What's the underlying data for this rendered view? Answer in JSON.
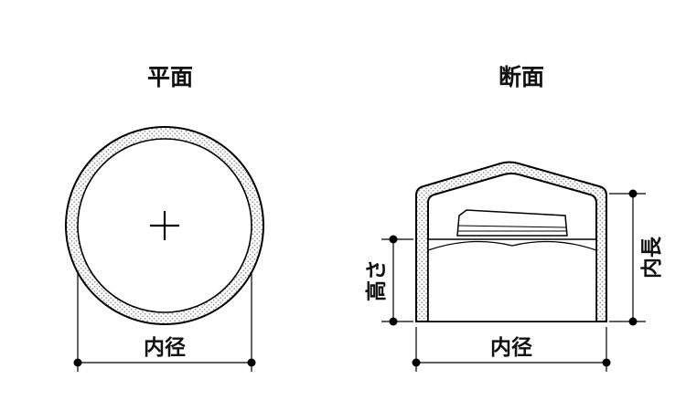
{
  "plan_view": {
    "title": "平面",
    "inner_diameter_label": "内径"
  },
  "section_view": {
    "title": "断面",
    "height_label": "高さ",
    "inner_length_label": "内長",
    "inner_diameter_label": "内径"
  },
  "colors": {
    "background": "#ffffff",
    "line": "#000000",
    "stipple_dot": "#9a9a9a"
  }
}
